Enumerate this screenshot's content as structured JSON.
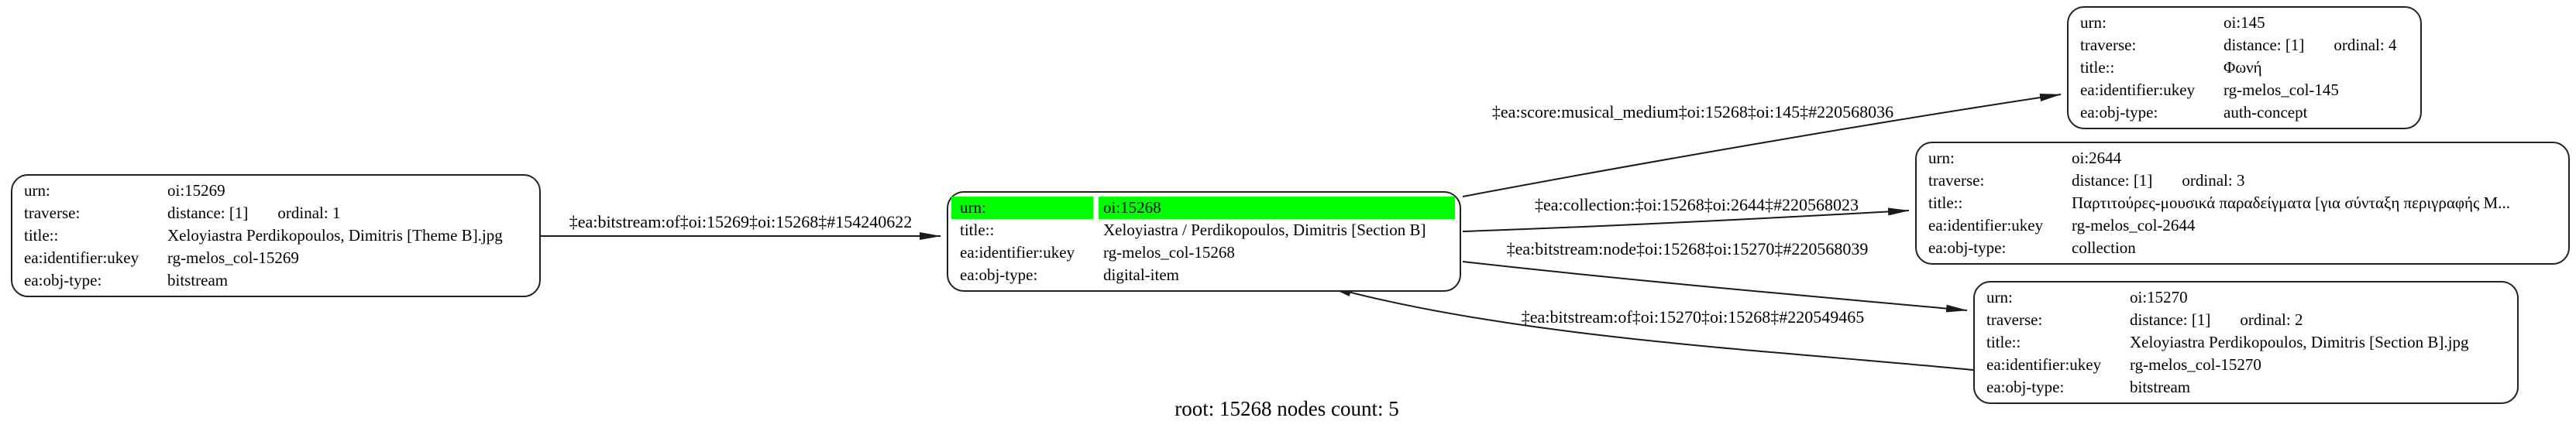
{
  "caption": "root: 15268 nodes count: 5",
  "colors": {
    "highlight": "#00ff00",
    "node_border": "#222222",
    "edge": "#1a1a1a",
    "background": "#ffffff"
  },
  "nodes": [
    {
      "name": "oi:15269",
      "rows": [
        {
          "label": "urn:",
          "value": "oi:15269"
        },
        {
          "label": "traverse:",
          "value": "distance: [1]",
          "value2": "ordinal: 1"
        },
        {
          "label": "title::",
          "value": "Xeloyiastra  Perdikopoulos, Dimitris [Theme B].jpg"
        },
        {
          "label": "ea:identifier:ukey",
          "value": "rg-melos_col-15269"
        },
        {
          "label": "ea:obj-type:",
          "value": "bitstream"
        }
      ]
    },
    {
      "name": "oi:15268",
      "highlighted_row": "urn:",
      "rows": [
        {
          "label": "urn:",
          "value": "oi:15268"
        },
        {
          "label": "title::",
          "value": "Xeloyiastra / Perdikopoulos, Dimitris [Section B]"
        },
        {
          "label": "ea:identifier:ukey",
          "value": "rg-melos_col-15268"
        },
        {
          "label": "ea:obj-type:",
          "value": "digital-item"
        }
      ]
    },
    {
      "name": "oi:145",
      "rows": [
        {
          "label": "urn:",
          "value": "oi:145"
        },
        {
          "label": "traverse:",
          "value": "distance: [1]",
          "value2": "ordinal: 4"
        },
        {
          "label": "title::",
          "value": "Φωνή"
        },
        {
          "label": "ea:identifier:ukey",
          "value": "rg-melos_col-145"
        },
        {
          "label": "ea:obj-type:",
          "value": "auth-concept"
        }
      ]
    },
    {
      "name": "oi:2644",
      "rows": [
        {
          "label": "urn:",
          "value": "oi:2644"
        },
        {
          "label": "traverse:",
          "value": "distance: [1]",
          "value2": "ordinal: 3"
        },
        {
          "label": "title::",
          "value": "Παρτιτούρες-μουσικά παραδείγματα [για σύνταξη περιγραφής Μ..."
        },
        {
          "label": "ea:identifier:ukey",
          "value": "rg-melos_col-2644"
        },
        {
          "label": "ea:obj-type:",
          "value": "collection"
        }
      ]
    },
    {
      "name": "oi:15270",
      "rows": [
        {
          "label": "urn:",
          "value": "oi:15270"
        },
        {
          "label": "traverse:",
          "value": "distance: [1]",
          "value2": "ordinal: 2"
        },
        {
          "label": "title::",
          "value": "Xeloyiastra  Perdikopoulos, Dimitris [Section B].jpg"
        },
        {
          "label": "ea:identifier:ukey",
          "value": "rg-melos_col-15270"
        },
        {
          "label": "ea:obj-type:",
          "value": "bitstream"
        }
      ]
    }
  ],
  "edges": [
    {
      "name": "bitstream-of-15269-to-15268",
      "label": "‡ea:bitstream:of‡oi:15269‡oi:15268‡#154240622"
    },
    {
      "name": "score-musical-medium-15268-to-145",
      "label": "‡ea:score:musical_medium‡oi:15268‡oi:145‡#220568036"
    },
    {
      "name": "collection-15268-to-2644",
      "label": "‡ea:collection:‡oi:15268‡oi:2644‡#220568023"
    },
    {
      "name": "bitstream-node-15268-to-15270",
      "label": "‡ea:bitstream:node‡oi:15268‡oi:15270‡#220568039"
    },
    {
      "name": "bitstream-of-15270-to-15268",
      "label": "‡ea:bitstream:of‡oi:15270‡oi:15268‡#220549465"
    }
  ]
}
